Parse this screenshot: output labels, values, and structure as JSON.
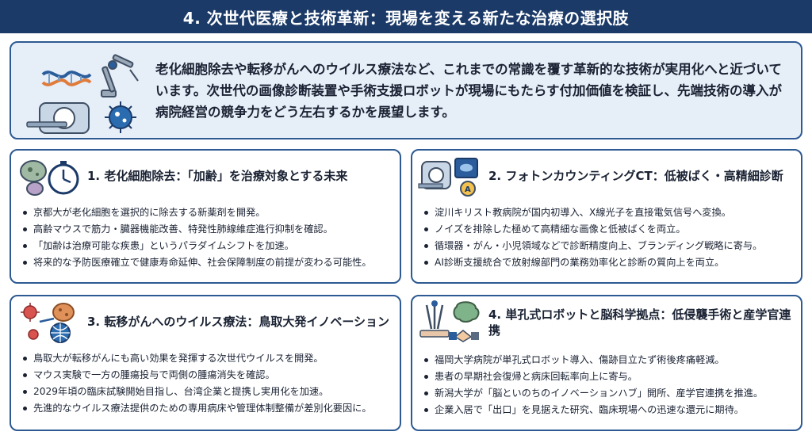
{
  "header": {
    "title": "4. 次世代医療と技術革新：現場を変える新たな治療の選択肢"
  },
  "intro": {
    "icon": "dna-robot-arm-ct-virus-icon",
    "text": "老化細胞除去や転移がんへのウイルス療法など、これまでの常識を覆す革新的な技術が実用化へと近づいています。次世代の画像診断装置や手術支援ロボットが現場にもたらす付加価値を検証し、先端技術の導入が病院経営の競争力をどう左右するかを展望します。"
  },
  "cards": [
    {
      "icon": "cells-stopwatch-icon",
      "title": "1. 老化細胞除去：「加齢」を治療対象とする未来",
      "items": [
        "京都大が老化細胞を選択的に除去する新薬剤を開発。",
        "高齢マウスで筋力・臓器機能改善、特発性肺線維症進行抑制を確認。",
        "「加齢は治療可能な疾患」というパラダイムシフトを加速。",
        "将来的な予防医療確立で健康寿命延伸、社会保障制度の前提が変わる可能性。"
      ]
    },
    {
      "icon": "ct-scanner-brain-icon",
      "title": "2. フォトンカウンティングCT：低被ばく・高精細診断",
      "items": [
        "淀川キリスト教病院が国内初導入、X線光子を直接電気信号へ変換。",
        "ノイズを排除した極めて高精細な画像と低被ばくを両立。",
        "循環器・がん・小児領域などで診断精度向上、ブランディング戦略に寄与。",
        "AI診断支援統合で放射線部門の業務効率化と診断の質向上を両立。"
      ]
    },
    {
      "icon": "virus-cells-globe-icon",
      "title": "3. 転移がんへのウイルス療法：鳥取大発イノベーション",
      "items": [
        "鳥取大が転移がんにも高い効果を発揮する次世代ウイルスを開発。",
        "マウス実験で一方の腫瘍投与で両側の腫瘍消失を確認。",
        "2029年頃の臨床試験開始目指し、台湾企業と提携し実用化を加速。",
        "先進的なウイルス療法提供のための専用病床や管理体制整備が差別化要因に。"
      ]
    },
    {
      "icon": "robot-brain-handshake-icon",
      "title": "4. 単孔式ロボットと脳科学拠点：低侵襲手術と産学官連携",
      "items": [
        "福岡大学病院が単孔式ロボット導入、傷跡目立たず術後疼痛軽減。",
        "患者の早期社会復帰と病床回転率向上に寄与。",
        "新潟大学が「脳といのちのイノベーションハブ」開所、産学官連携を推進。",
        "企業入居で「出口」を見据えた研究、臨床現場への迅速な還元に期待。"
      ]
    }
  ]
}
